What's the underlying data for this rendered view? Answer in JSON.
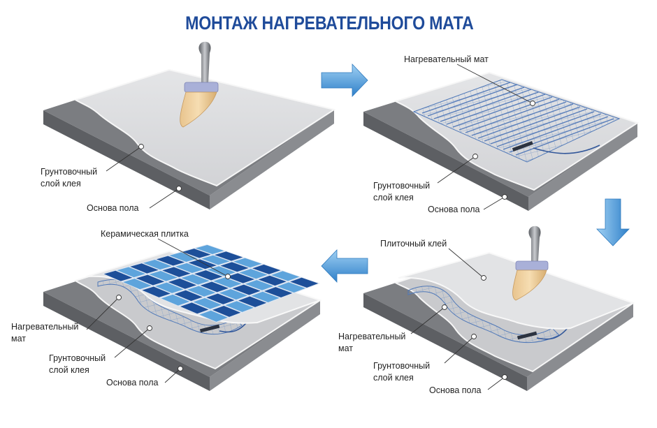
{
  "title": "МОНТАЖ НАГРЕВАТЕЛЬНОГО МАТА",
  "colors": {
    "title": "#1f4b9a",
    "arrow": "#3d8fd3",
    "slab_top": "#dcdddf",
    "slab_base": "#7a7c80",
    "mat_line": "#3f6fb5",
    "tile_dark": "#1d4f99",
    "tile_light": "#5ea4dc"
  },
  "step1": {
    "primer_l1": "Грунтовочный",
    "primer_l2": "слой клея",
    "base": "Основа пола"
  },
  "step2": {
    "mat": "Нагревательный мат",
    "primer_l1": "Грунтовочный",
    "primer_l2": "слой клея",
    "base": "Основа пола"
  },
  "step3": {
    "tile_glue": "Плиточный клей",
    "mat_l1": "Нагревательный",
    "mat_l2": "мат",
    "primer_l1": "Грунтовочный",
    "primer_l2": "слой клея",
    "base": "Основа пола"
  },
  "step4": {
    "tile": "Керамическая плитка",
    "mat_l1": "Нагревательный",
    "mat_l2": "мат",
    "primer_l1": "Грунтовочный",
    "primer_l2": "слой клея",
    "base": "Основа пола"
  },
  "icons": {
    "brush": "paint-brush-icon",
    "arrows": [
      "arrow-right-icon",
      "arrow-down-icon",
      "arrow-left-icon"
    ]
  }
}
